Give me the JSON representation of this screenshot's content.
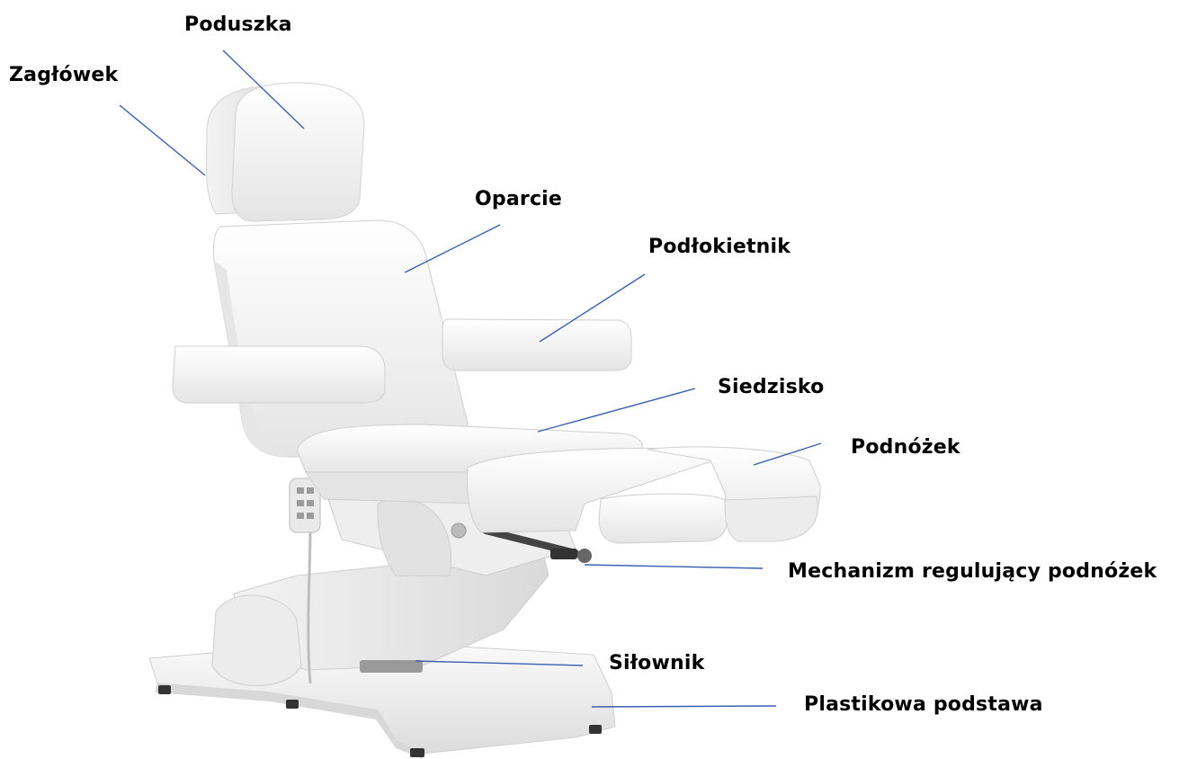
{
  "labels": {
    "poduszka": "Poduszka",
    "zaglowek": "Zagłówek",
    "oparcie": "Oparcie",
    "podlokietnik": "Podłokietnik",
    "siedzisko": "Siedzisko",
    "podnozek": "Podnóżek",
    "mechanizm": "Mechanizm regulujący podnóżek",
    "silownik": "Siłownik",
    "podstawa": "Plastikowa podstawa"
  },
  "colors": {
    "leader_line": "#3a5fb0",
    "upholstery": "#fafafa",
    "shadow": "#d6d6d6",
    "metal": "#555555"
  }
}
